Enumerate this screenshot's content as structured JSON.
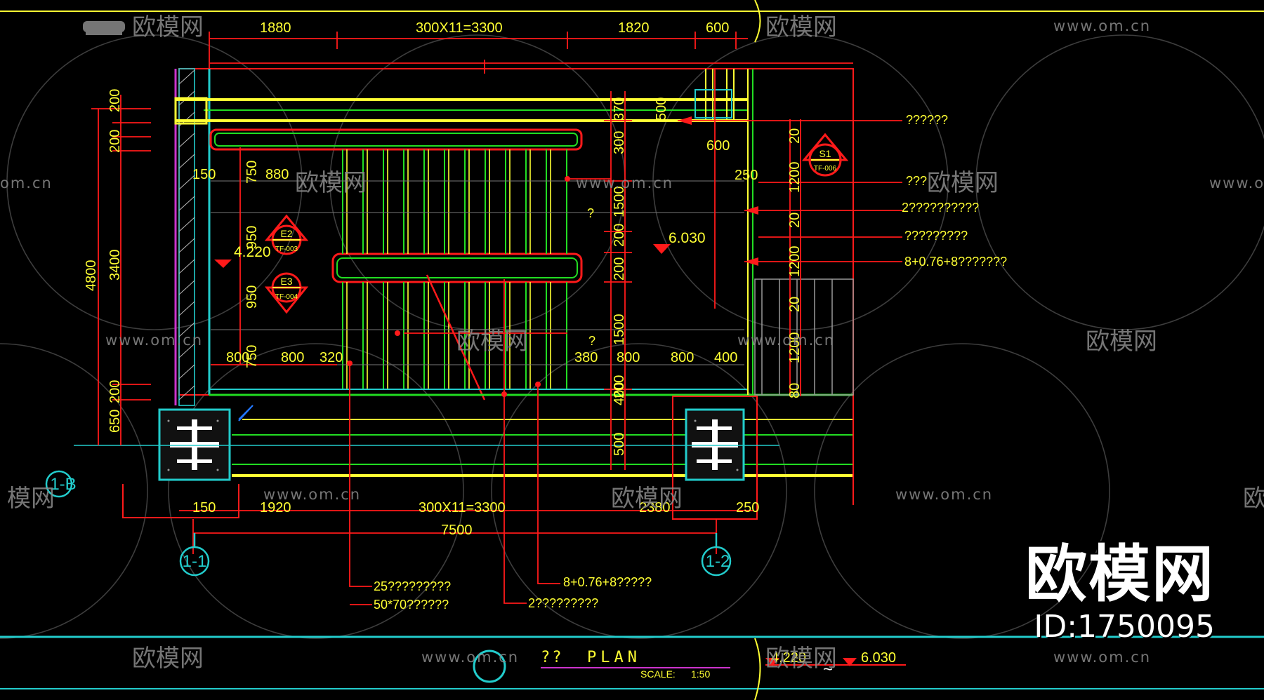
{
  "drawing": {
    "title_prefix": "??",
    "title_word": "PLAN",
    "scale_label": "SCALE:",
    "scale_value": "1:50",
    "title_levels": [
      "4.220",
      "6.030"
    ]
  },
  "dimensions": {
    "top": [
      "1880",
      "300X11=3300",
      "1820",
      "600"
    ],
    "bottom_row1": [
      "150",
      "1920",
      "300X11=3300",
      "2380",
      "250"
    ],
    "bottom_row2": "7500",
    "left_outer": "4800",
    "left_inner": [
      "200",
      "200",
      "3400",
      "200",
      "650"
    ],
    "inner_left": [
      "150",
      "750",
      "880",
      "950",
      "950",
      "750"
    ],
    "landing_row": [
      "800",
      "800",
      "320",
      "380",
      "800",
      "800",
      "400"
    ],
    "center_vertical": [
      "370",
      "300",
      "1500",
      "200",
      "200",
      "1500",
      "400",
      "200",
      "500"
    ],
    "right_small": [
      "500",
      "600",
      "250"
    ],
    "right_vertical": [
      "20",
      "1200",
      "20",
      "1200",
      "20",
      "1200",
      "80"
    ]
  },
  "levels": [
    "4.220",
    "6.030"
  ],
  "markers": {
    "e2": {
      "top": "E2",
      "bottom": "TF-003"
    },
    "e3": {
      "top": "E3",
      "bottom": "TF-004"
    },
    "s1": {
      "top": "S1",
      "bottom": "TF-006"
    },
    "axis_labels": [
      "1-1",
      "1-2",
      "1-B"
    ]
  },
  "notes_right": [
    "??????",
    "???",
    "2??????????",
    "?????????",
    "8+0.76+8???????"
  ],
  "notes_bottom": [
    "25?????????",
    "50*70??????",
    "8+0.76+8?????",
    "2?????????"
  ],
  "misc_marks": [
    "?",
    "?",
    "~"
  ],
  "watermarks": {
    "brand": "欧模网",
    "url": "www.om.cn",
    "url_short": "om.cn",
    "partial": "模网",
    "partial_left": "欧",
    "cut_url": "www.om"
  },
  "logo": {
    "brand": "欧模网",
    "id": "ID:1750095"
  },
  "colors": {
    "background": "#000000",
    "red": "#ff1a1a",
    "yellow": "#ffff33",
    "green": "#22dd22",
    "cyan": "#22cccc",
    "magenta": "#cc33cc",
    "white": "#ffffff",
    "watermark": "#888888"
  }
}
